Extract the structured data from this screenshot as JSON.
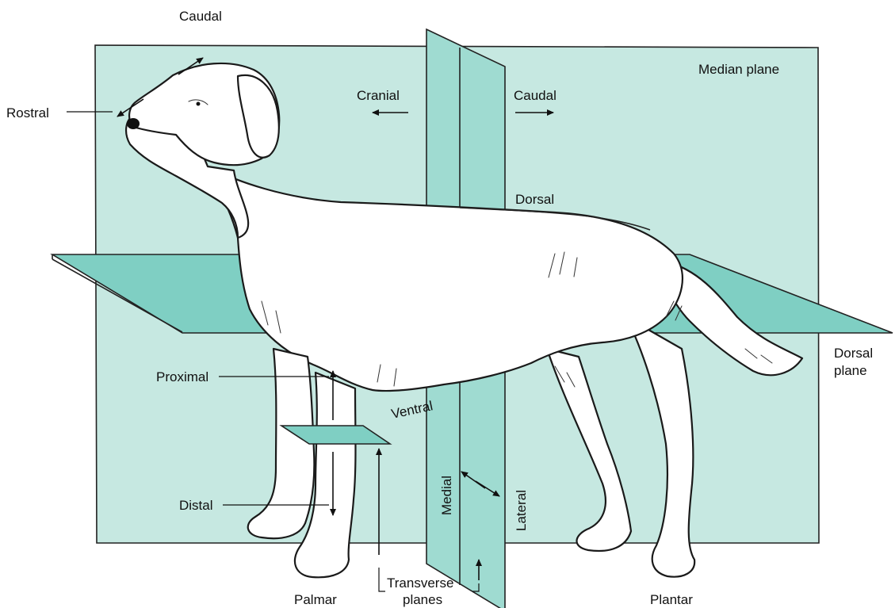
{
  "labels": {
    "caudal_top": "Caudal",
    "rostral": "Rostral",
    "cranial": "Cranial",
    "caudal_mid": "Caudal",
    "median_plane": "Median plane",
    "dorsal": "Dorsal",
    "dorsal_plane_1": "Dorsal",
    "dorsal_plane_2": "plane",
    "proximal": "Proximal",
    "ventral": "Ventral",
    "medial": "Medial",
    "lateral": "Lateral",
    "distal": "Distal",
    "palmar": "Palmar",
    "transverse_1": "Transverse",
    "transverse_2": "planes",
    "plantar": "Plantar"
  },
  "colors": {
    "plane_light": "#c6e8e1",
    "plane_dark": "#7fcfc3",
    "plane_mid": "#9fdbd1",
    "outline": "#1a1a1a"
  }
}
